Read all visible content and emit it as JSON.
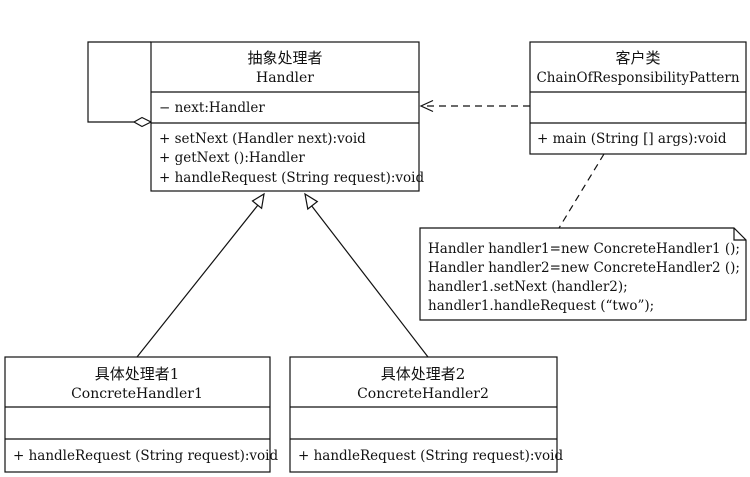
{
  "handler": {
    "title_cn": "抽象处理者",
    "title_en": "Handler",
    "attributes": [
      "− next:Handler"
    ],
    "methods": [
      "+ setNext (Handler next):void",
      "+ getNext ():Handler",
      "+ handleRequest (String request):void"
    ]
  },
  "client": {
    "title_cn": "客户类",
    "title_en": "ChainOfResponsibilityPattern",
    "methods": [
      "+ main (String [] args):void"
    ]
  },
  "note": {
    "lines": [
      "Handler handler1=new ConcreteHandler1 ();",
      "Handler handler2=new ConcreteHandler2 ();",
      "handler1.setNext (handler2);",
      "handler1.handleRequest (“two”);"
    ]
  },
  "concrete1": {
    "title_cn": "具体处理者1",
    "title_en": "ConcreteHandler1",
    "methods": [
      "+ handleRequest (String request):void"
    ]
  },
  "concrete2": {
    "title_cn": "具体处理者2",
    "title_en": "ConcreteHandler2",
    "methods": [
      "+ handleRequest (String request):void"
    ]
  }
}
